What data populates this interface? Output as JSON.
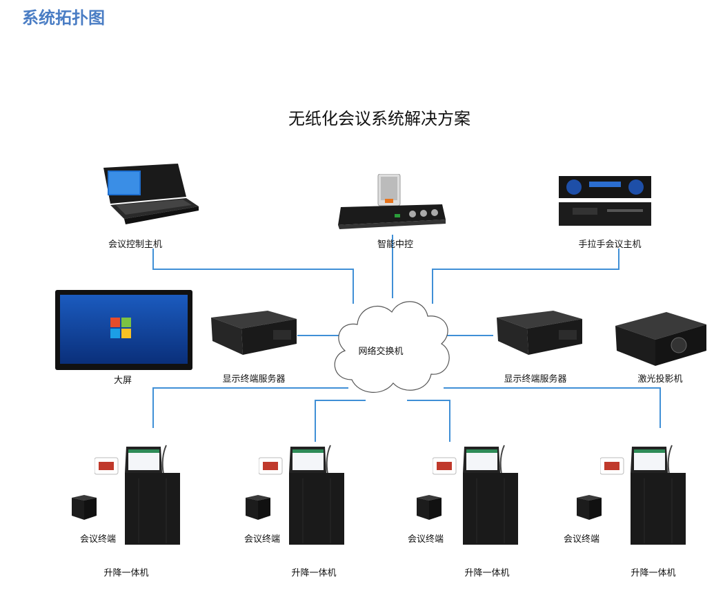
{
  "heading": "系统拓扑图",
  "title": "无纸化会议系统解决方案",
  "center_node": "网络交换机",
  "devices": {
    "control_host": "会议控制主机",
    "central_control": "智能中控",
    "handheld_host": "手拉手会议主机",
    "big_screen": "大屏",
    "display_server_left": "显示终端服务器",
    "display_server_right": "显示终端服务器",
    "laser_projector": "激光投影机"
  },
  "stations": [
    {
      "terminal": "会议终端",
      "lift": "升降一体机"
    },
    {
      "terminal": "会议终端",
      "lift": "升降一体机"
    },
    {
      "terminal": "会议终端",
      "lift": "升降一体机"
    },
    {
      "terminal": "会议终端",
      "lift": "升降一体机"
    }
  ],
  "colors": {
    "heading": "#4a7dc4",
    "line": "#3f8fd6"
  }
}
